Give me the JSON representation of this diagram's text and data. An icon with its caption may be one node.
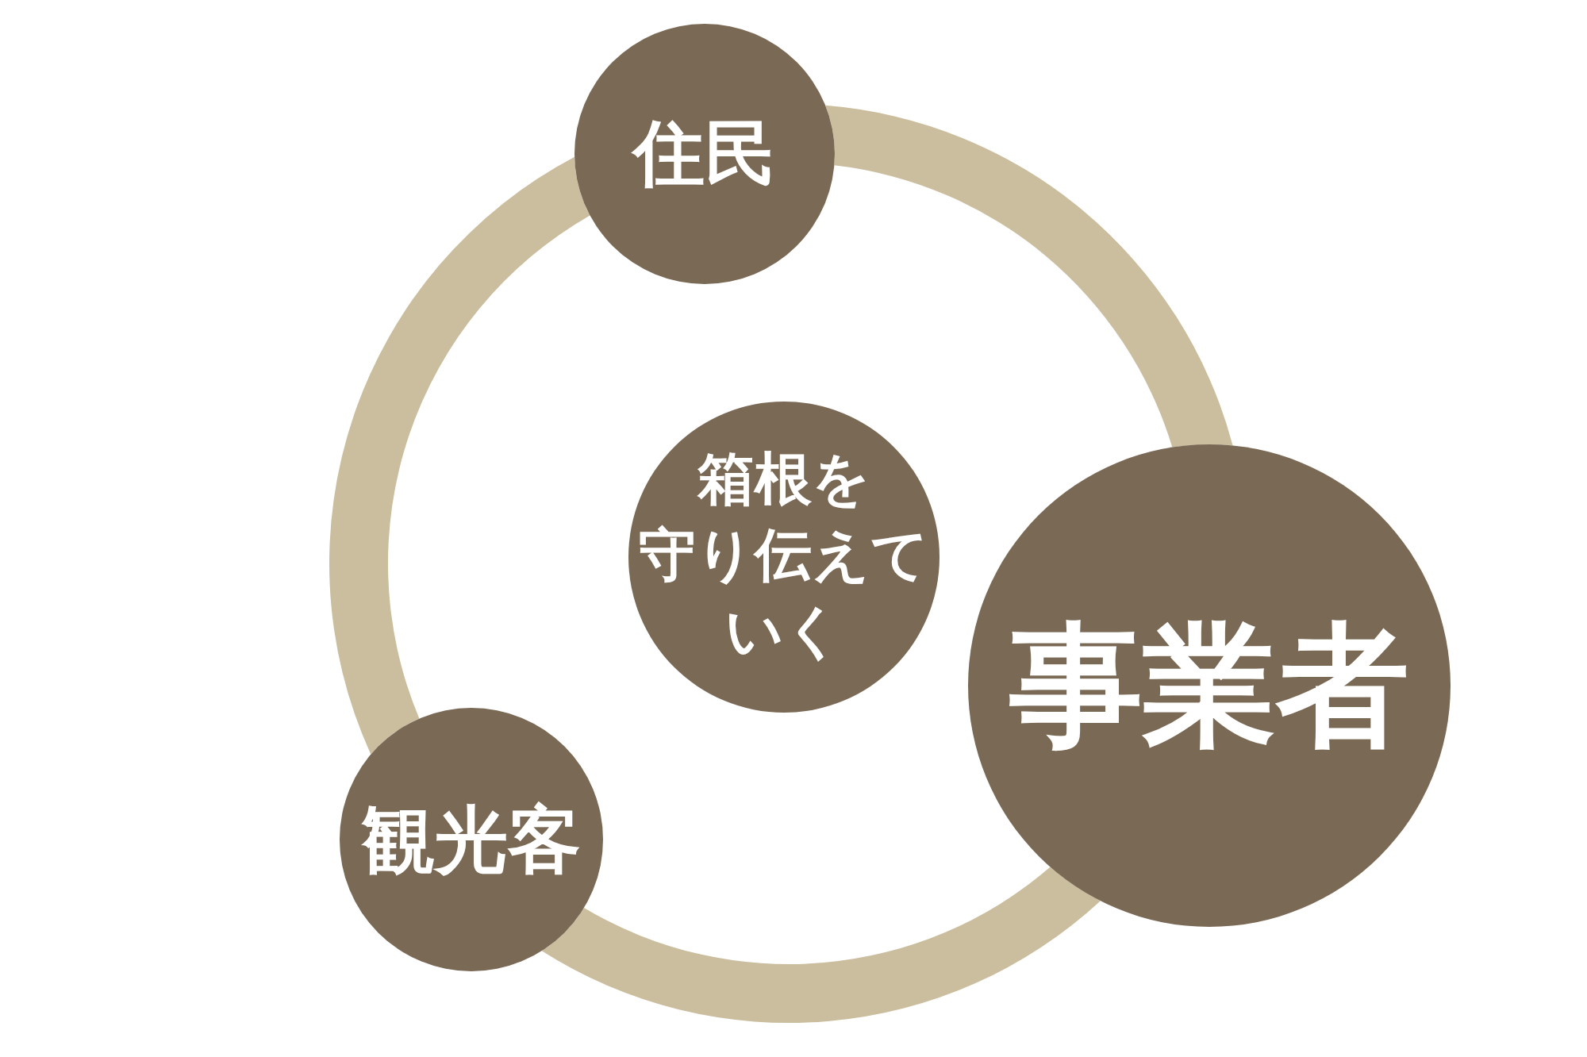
{
  "diagram": {
    "nodes": [
      {
        "text": [
          "住民"
        ]
      },
      {
        "text": [
          "箱根を守り伝えていく"
        ]
      },
      {
        "text": [
          "事業者"
        ]
      },
      {
        "text": [
          "観光客"
        ]
      }
    ],
    "edges": [
      {
        "from": 0,
        "to": 2,
        "arrow": "none"
      },
      {
        "from": 2,
        "to": 3,
        "arrow": "none"
      },
      {
        "from": 3,
        "to": 0,
        "arrow": "none"
      }
    ]
  }
}
